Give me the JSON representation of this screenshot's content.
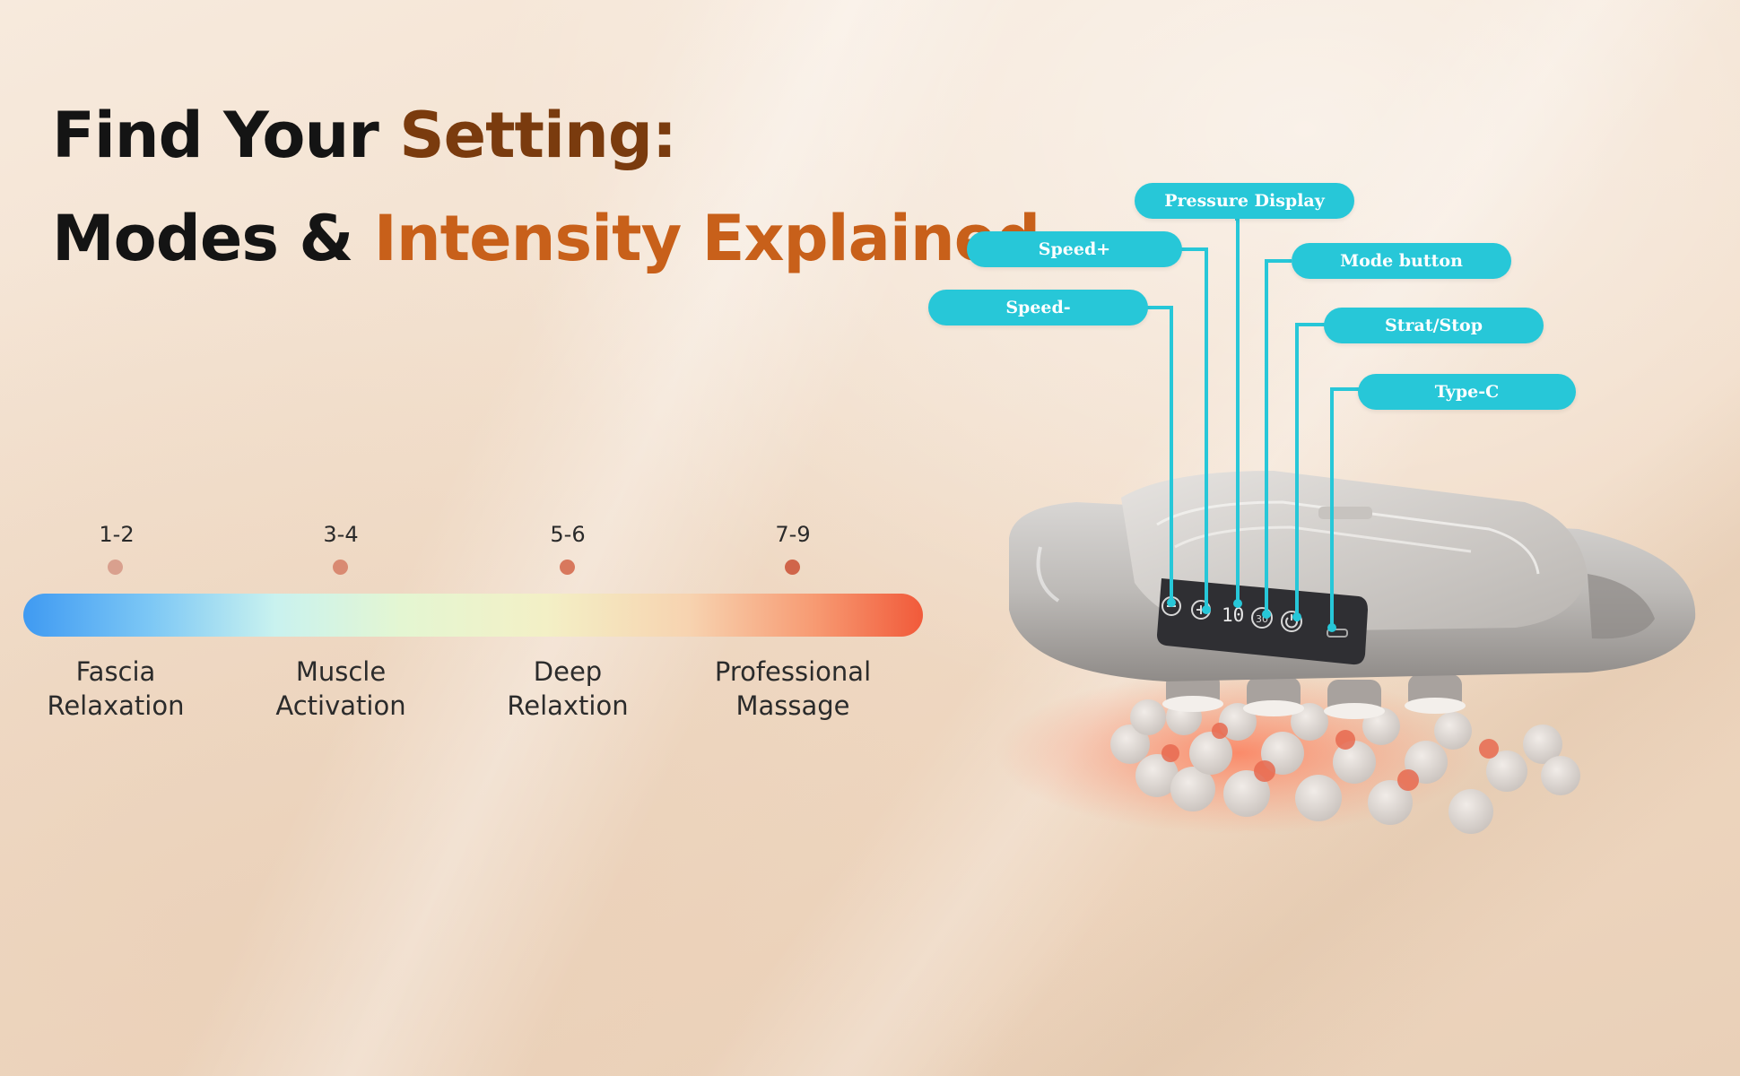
{
  "heading": {
    "line1": {
      "part1": "Find Your ",
      "part2": "Setting:"
    },
    "line2": {
      "part1": "Modes & ",
      "part2": "Intensity Explained"
    }
  },
  "scale": {
    "levels": [
      {
        "range": "1-2",
        "dot_color": "#d9a08e",
        "name_line1": "Fascia",
        "name_line2": "Relaxation"
      },
      {
        "range": "3-4",
        "dot_color": "#d98a72",
        "name_line1": "Muscle",
        "name_line2": "Activation"
      },
      {
        "range": "5-6",
        "dot_color": "#d8785d",
        "name_line1": "Deep",
        "name_line2": "Relaxtion"
      },
      {
        "range": "7-9",
        "dot_color": "#d0654a",
        "name_line1": "Professional",
        "name_line2": "Massage"
      }
    ]
  },
  "device": {
    "callouts": {
      "pressure_display": "Pressure Display",
      "speed_plus": "Speed+",
      "mode_button": "Mode button",
      "speed_minus": "Speed-",
      "start_stop": "Strat/Stop",
      "type_c": "Type-C"
    },
    "display_readout": "10",
    "mode_icon": "30"
  },
  "colors": {
    "accent_teal": "#27c7d8",
    "heading_dark": "#141414",
    "heading_brown": "#7a3b0e",
    "heading_orange": "#c8601a"
  }
}
